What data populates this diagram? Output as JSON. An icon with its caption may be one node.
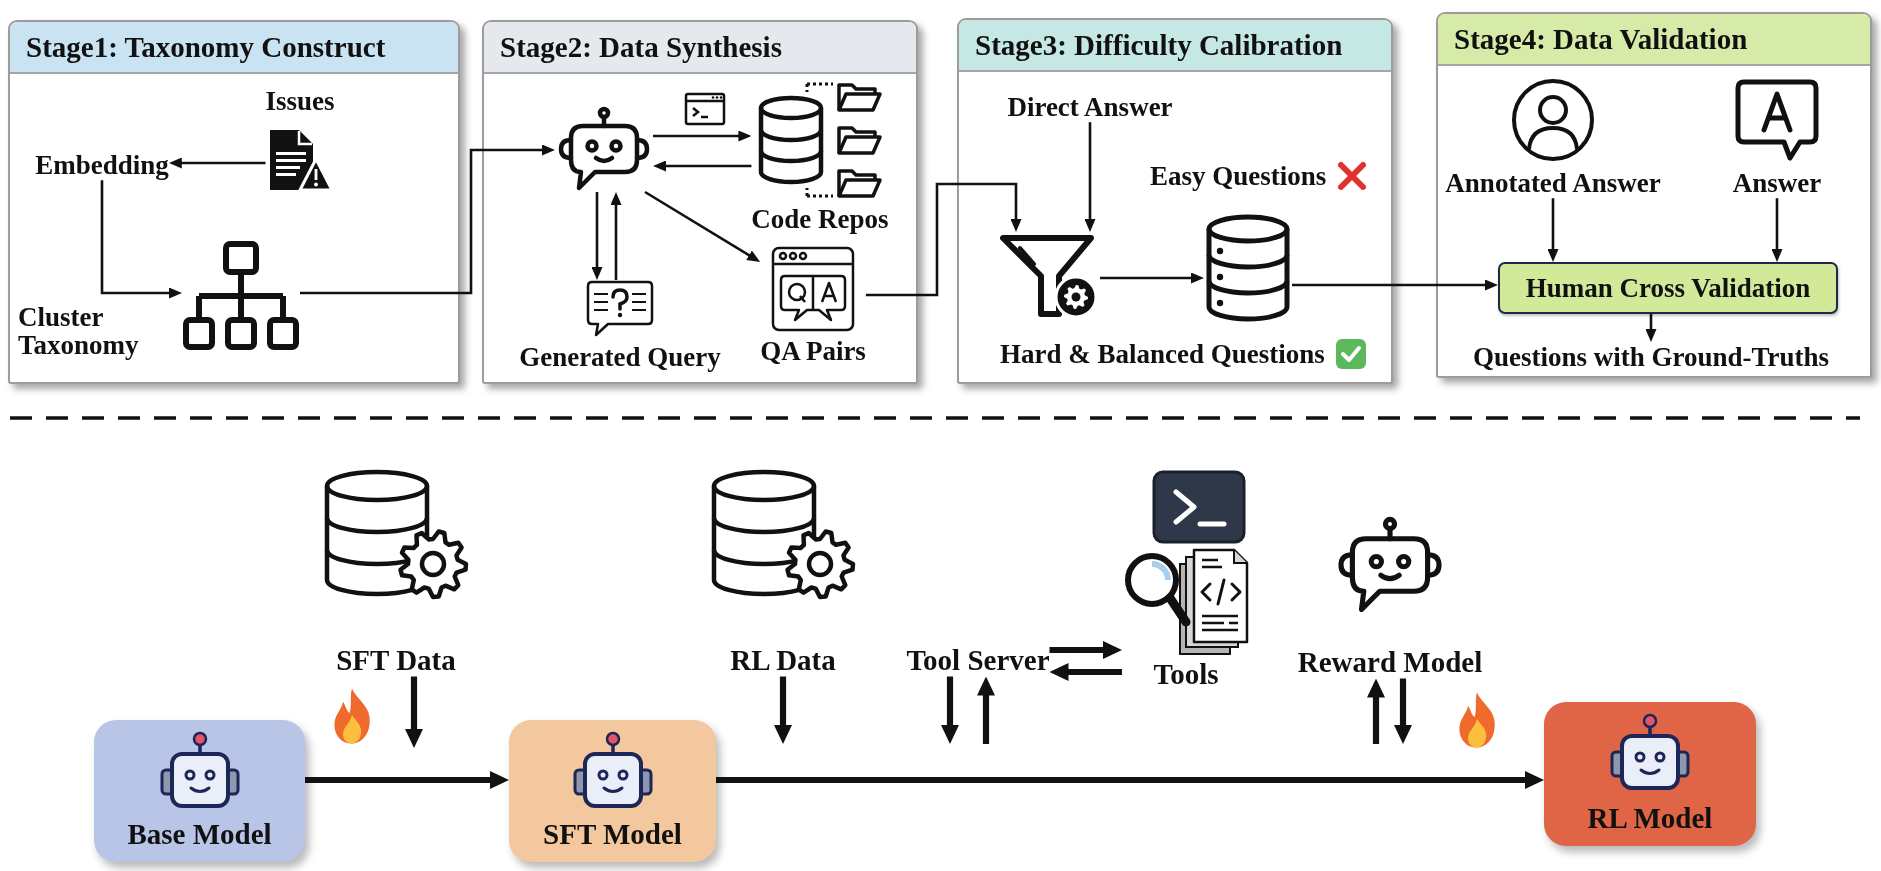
{
  "diagram": {
    "nodes": [
      {
        "text": [
          "Stage1: Taxonomy Construct"
        ]
      },
      {
        "text": [
          "Embedding"
        ],
        "in": 0
      },
      {
        "text": [
          "Issues"
        ],
        "in": 0
      },
      {
        "text": [],
        "shape": "picture",
        "beside": [
          "Cluster Taxonomy"
        ],
        "in": 0
      },
      {
        "text": [
          "Stage2: Data Synthesis"
        ]
      },
      {
        "text": [],
        "shape": "picture",
        "in": 4
      },
      {
        "text": [
          "Code Repos"
        ],
        "in": 4
      },
      {
        "text": [
          "Generated Query"
        ],
        "in": 4
      },
      {
        "text": [
          "QA Pairs"
        ],
        "in": 4
      },
      {
        "text": [
          "Stage3: Difficulty Calibration"
        ]
      },
      {
        "text": [
          "Direct Answer"
        ],
        "in": 9
      },
      {
        "text": [],
        "shape": "picture",
        "in": 9
      },
      {
        "text": [],
        "shape": "cylinder",
        "in": 9
      },
      {
        "text": [
          "Stage4: Data Validation"
        ]
      },
      {
        "text": [
          "Annotated Answer"
        ],
        "in": 13
      },
      {
        "text": [
          "Answer"
        ],
        "in": 13
      },
      {
        "text": [
          "Human Cross Validation"
        ],
        "in": 13
      },
      {
        "text": [
          "Questions with Ground-Truths"
        ],
        "in": 13
      },
      {
        "text": [
          "SFT Data"
        ]
      },
      {
        "text": [
          "RL Data"
        ]
      },
      {
        "text": [
          "Tool Server"
        ]
      },
      {
        "text": [
          "Tools"
        ]
      },
      {
        "text": [
          "Reward Model"
        ]
      },
      {
        "text": [
          "Base Model"
        ]
      },
      {
        "text": [
          "SFT Model"
        ]
      },
      {
        "text": [
          "RL Model"
        ]
      }
    ],
    "edges": [
      {
        "from": 2,
        "to": 1,
        "arrow": "to"
      },
      {
        "from": 1,
        "to": 3,
        "arrow": "to"
      },
      {
        "from": 3,
        "to": 5,
        "arrow": "to"
      },
      {
        "from": 5,
        "to": 6,
        "arrow": "to"
      },
      {
        "from": 6,
        "to": 5,
        "arrow": "to"
      },
      {
        "from": 5,
        "to": 7,
        "arrow": "to"
      },
      {
        "from": 7,
        "to": 5,
        "arrow": "to"
      },
      {
        "from": 5,
        "to": 8,
        "arrow": "to"
      },
      {
        "from": 8,
        "to": 11,
        "arrow": "to"
      },
      {
        "from": 10,
        "to": 11,
        "arrow": "to"
      },
      {
        "from": 11,
        "to": 12,
        "arrow": "to"
      },
      {
        "from": 12,
        "to": 16,
        "arrow": "to"
      },
      {
        "from": 14,
        "to": 16,
        "arrow": "to"
      },
      {
        "from": 15,
        "to": 16,
        "arrow": "to"
      },
      {
        "from": 16,
        "to": 17,
        "arrow": "to"
      },
      {
        "from": 18,
        "to": null,
        "arrow": "to",
        "style": "thick"
      },
      {
        "from": 19,
        "to": null,
        "arrow": "to",
        "style": "thick"
      },
      {
        "from": 20,
        "to": null,
        "arrow": "to",
        "style": "thick"
      },
      {
        "from": null,
        "to": 20,
        "arrow": "to",
        "style": "thick"
      },
      {
        "from": 20,
        "to": 21,
        "arrow": "to",
        "style": "thick"
      },
      {
        "from": 21,
        "to": 20,
        "arrow": "to",
        "style": "thick"
      },
      {
        "from": null,
        "to": 22,
        "arrow": "to",
        "style": "thick"
      },
      {
        "from": 22,
        "to": null,
        "arrow": "to",
        "style": "thick"
      },
      {
        "from": 23,
        "to": 24,
        "arrow": "to",
        "style": "thick"
      },
      {
        "from": 24,
        "to": 25,
        "arrow": "to",
        "style": "thick"
      }
    ],
    "labels": [
      "Easy Questions",
      "Hard & Balanced Questions"
    ]
  }
}
